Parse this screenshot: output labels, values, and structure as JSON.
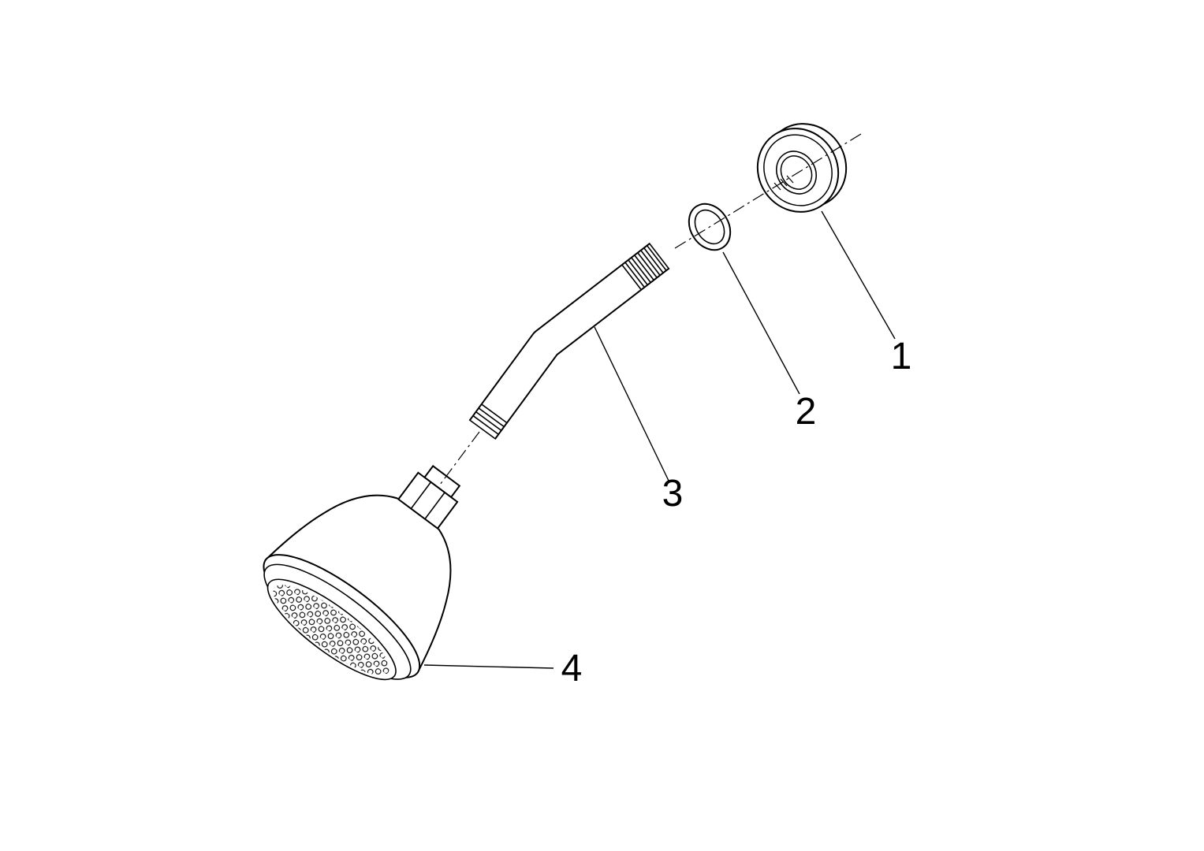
{
  "diagram": {
    "background_color": "#ffffff",
    "line_color": "#000000",
    "parts": [
      {
        "label": "1"
      },
      {
        "label": "2"
      },
      {
        "label": "3"
      },
      {
        "label": "4"
      }
    ]
  }
}
